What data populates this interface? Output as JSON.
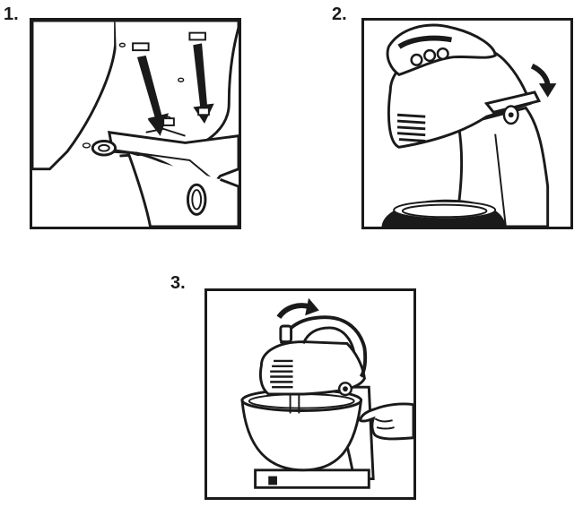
{
  "steps": [
    {
      "number": "1.",
      "illustration": "mixer-head-attach-to-stand"
    },
    {
      "number": "2.",
      "illustration": "mixer-tilt-lock-lever"
    },
    {
      "number": "3.",
      "illustration": "mixer-on-stand-with-bowl"
    }
  ],
  "colors": {
    "ink": "#1a1a1a",
    "paper": "#ffffff",
    "shade": "#d9d9d9"
  }
}
